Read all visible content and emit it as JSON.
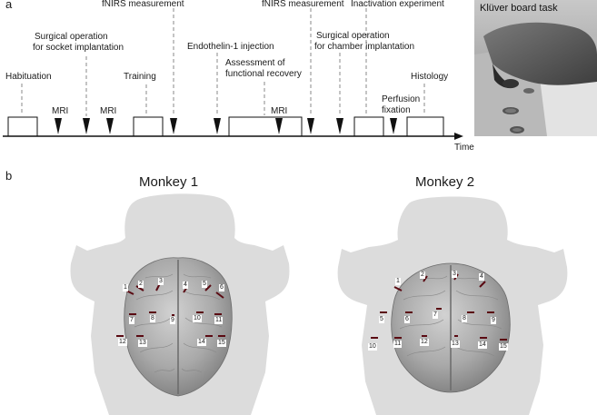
{
  "panel_a": {
    "letter": "a",
    "events_top": [
      {
        "text": "fNIRS measurement"
      },
      {
        "text": "fNIRS measurement"
      },
      {
        "text": "Inactivation experiment"
      }
    ],
    "events_mid": [
      {
        "text": "Surgical operation"
      },
      {
        "text": "for socket implantation"
      },
      {
        "text": "Endothelin-1 injection"
      },
      {
        "text": "Surgical operation"
      },
      {
        "text": "for chamber implantation"
      },
      {
        "text": "Assessment of"
      },
      {
        "text": "functional recovery"
      }
    ],
    "events_low": [
      {
        "text": "Habituation"
      },
      {
        "text": "Training"
      },
      {
        "text": "Histology"
      },
      {
        "text": "Perfusion"
      },
      {
        "text": "fixation"
      }
    ],
    "mri": [
      "MRI",
      "MRI",
      "MRI"
    ],
    "time_label": "Time",
    "photo_title": "Klüver board task"
  },
  "panel_b": {
    "letter": "b",
    "monkey1": {
      "title": "Monkey 1",
      "electrodes": [
        "1",
        "2",
        "3",
        "4",
        "5",
        "6",
        "7",
        "8",
        "9",
        "10",
        "11",
        "12",
        "13",
        "14",
        "15"
      ]
    },
    "monkey2": {
      "title": "Monkey 2",
      "electrodes": [
        "1",
        "2",
        "3",
        "4",
        "5",
        "6",
        "7",
        "8",
        "9",
        "10",
        "11",
        "12",
        "13",
        "14",
        "15"
      ]
    }
  }
}
